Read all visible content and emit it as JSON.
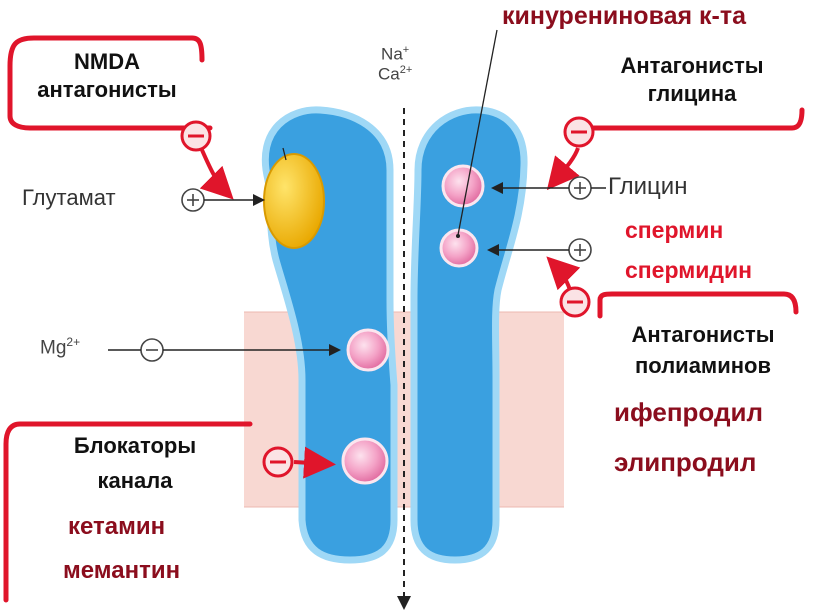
{
  "labels": {
    "kynurenic": "кинурениновая к-та",
    "nmda_line1": "NMDA",
    "nmda_line2": "антагонисты",
    "glycine_ant_line1": "Антагонисты",
    "glycine_ant_line2": "глицина",
    "ion_na": "Na",
    "ion_na_sup": "+",
    "ion_ca": "Ca",
    "ion_ca_sup": "2+",
    "glutamate": "Глутамат",
    "glycine": "Глицин",
    "spermine": "спермин",
    "spermidine": "спермидин",
    "polyamine_ant_line1": "Антагонисты",
    "polyamine_ant_line2": "полиаминов",
    "ifenprodil": "ифепродил",
    "eliprodil": "элипродил",
    "mg": "Mg",
    "mg_sup": "2+",
    "blockers_line1": "Блокаторы",
    "blockers_line2": "канала",
    "ketamine": "кетамин",
    "memantine": "мемантин",
    "plus": "+",
    "minus": "−"
  },
  "colors": {
    "accent_red": "#e0152b",
    "dark_red": "#8b0d1d",
    "receptor_blue": "#3aa0e0",
    "receptor_light": "#9fd8f6",
    "membrane": "#f8d8d2",
    "glutamate_site": "#f2b700",
    "binding_site": "#f08cb7"
  }
}
